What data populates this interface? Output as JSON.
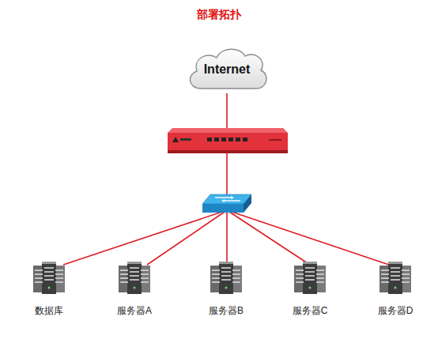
{
  "diagram": {
    "title": "部署拓扑",
    "nodes": [
      {
        "text": [
          "Internet"
        ]
      },
      {
        "text": [
          "数据库"
        ]
      },
      {
        "text": [
          "服务器A"
        ]
      },
      {
        "text": [
          "服务器B"
        ]
      },
      {
        "text": [
          "服务器C"
        ]
      },
      {
        "text": [
          "服务器D"
        ]
      }
    ]
  }
}
